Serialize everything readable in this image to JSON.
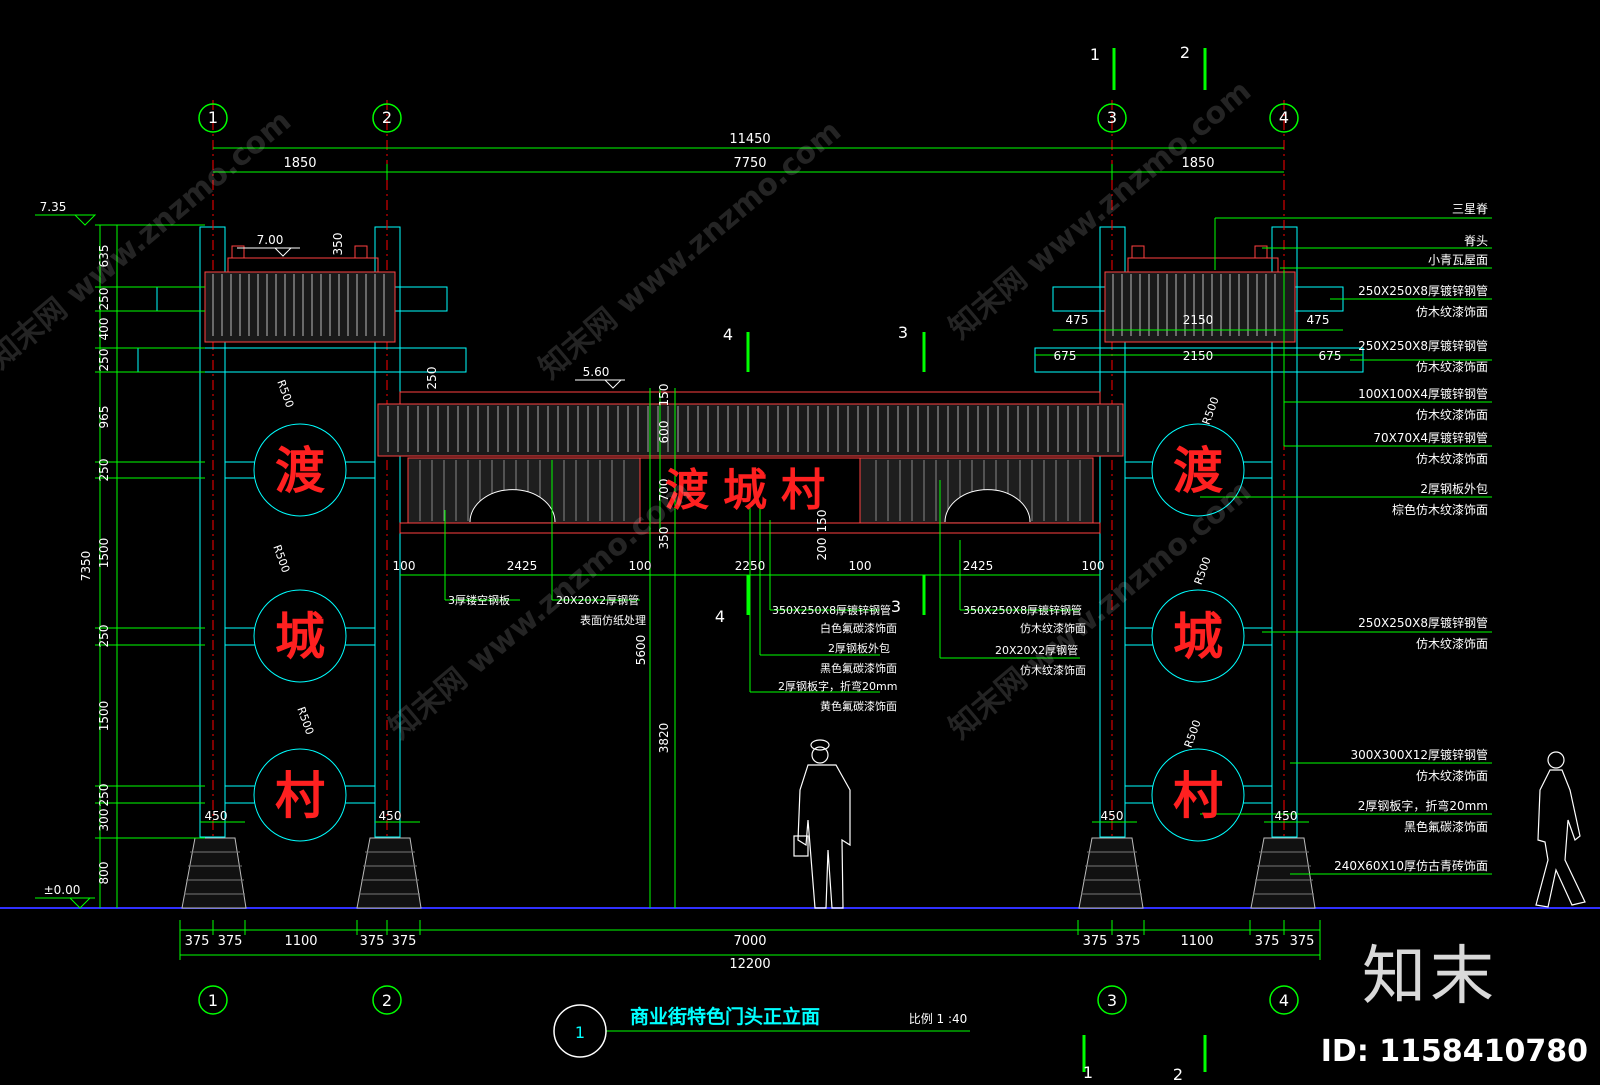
{
  "drawing": {
    "title": "商业街特色门头正立面",
    "scale": "比例  1 :40",
    "view_number": "1"
  },
  "grid_axes": [
    "1",
    "2",
    "3",
    "4"
  ],
  "section_marks": {
    "top_1": "1",
    "top_2": "2",
    "mid_4": "4",
    "mid_3": "3",
    "low_4": "4",
    "low_3": "3",
    "bot_1": "1",
    "bot_2": "2"
  },
  "dimensions_top": {
    "total": "11450",
    "left": "1850",
    "middle": "7750",
    "right": "1850"
  },
  "dimensions_bottom": {
    "segments": [
      "375",
      "375",
      "1100",
      "375",
      "375",
      "7000",
      "375",
      "375",
      "1100",
      "375",
      "375"
    ],
    "total": "12200"
  },
  "left_vertical_dims": [
    "635",
    "250",
    "400",
    "250",
    "965",
    "250",
    "1500",
    "250",
    "1500",
    "300",
    "250",
    "800"
  ],
  "overall_height": "7350",
  "elevation_marks": {
    "top": "7.35",
    "roof": "7.00",
    "beam": "5.60",
    "ground": "±0.00"
  },
  "beam_dims": {
    "h1": "150",
    "h2": "600",
    "h3": "700",
    "h4": "350",
    "opening": "5600",
    "clear": "3820",
    "bracket": "200",
    "bracket2": "150",
    "small": "350",
    "small2": "250"
  },
  "beam_spans": [
    "100",
    "2425",
    "100",
    "2250",
    "100",
    "2425",
    "100"
  ],
  "pier_widths": [
    "450",
    "450",
    "450",
    "450"
  ],
  "right_tower_dims": {
    "upper_a": "475",
    "upper_b": "2150",
    "upper_c": "475",
    "lower_a": "675",
    "lower_b": "2150",
    "lower_c": "675"
  },
  "radius_labels": [
    "R500",
    "R500",
    "R500",
    "R500",
    "R500",
    "R500"
  ],
  "plaque_chars": [
    "渡",
    "城",
    "村"
  ],
  "beam_sign": "渡城村",
  "annotations_right": [
    "三星脊",
    "脊头",
    "小青瓦屋面",
    "250X250X8厚镀锌钢管",
    "仿木纹漆饰面",
    "250X250X8厚镀锌钢管",
    "仿木纹漆饰面",
    "100X100X4厚镀锌钢管",
    "仿木纹漆饰面",
    "70X70X4厚镀锌钢管",
    "仿木纹漆饰面",
    "2厚钢板外包",
    "棕色仿木纹漆饰面",
    "250X250X8厚镀锌钢管",
    "仿木纹漆饰面",
    "300X300X12厚镀锌钢管",
    "仿木纹漆饰面",
    "2厚钢板字，折弯20mm",
    "黑色氟碳漆饰面",
    "240X60X10厚仿古青砖饰面"
  ],
  "annotations_middle": [
    "3厚镂空钢板",
    "20X20X2厚钢管",
    "表面仿纸处理",
    "350X250X8厚镀锌钢管",
    "白色氟碳漆饰面",
    "2厚钢板外包",
    "黑色氟碳漆饰面",
    "2厚钢板字，折弯20mm",
    "黄色氟碳漆饰面",
    "350X250X8厚镀锌钢管",
    "仿木纹漆饰面",
    "20X20X2厚钢管",
    "仿木纹漆饰面"
  ],
  "watermark": {
    "text": "知末网 www.znzmo.com",
    "logo": "知末",
    "id": "ID: 1158410780"
  },
  "colors": {
    "line": "#00ff00",
    "cyan": "#00ffff",
    "red": "#ff0000",
    "white": "#ffffff",
    "blue": "#0000ff",
    "bg": "#000000"
  }
}
